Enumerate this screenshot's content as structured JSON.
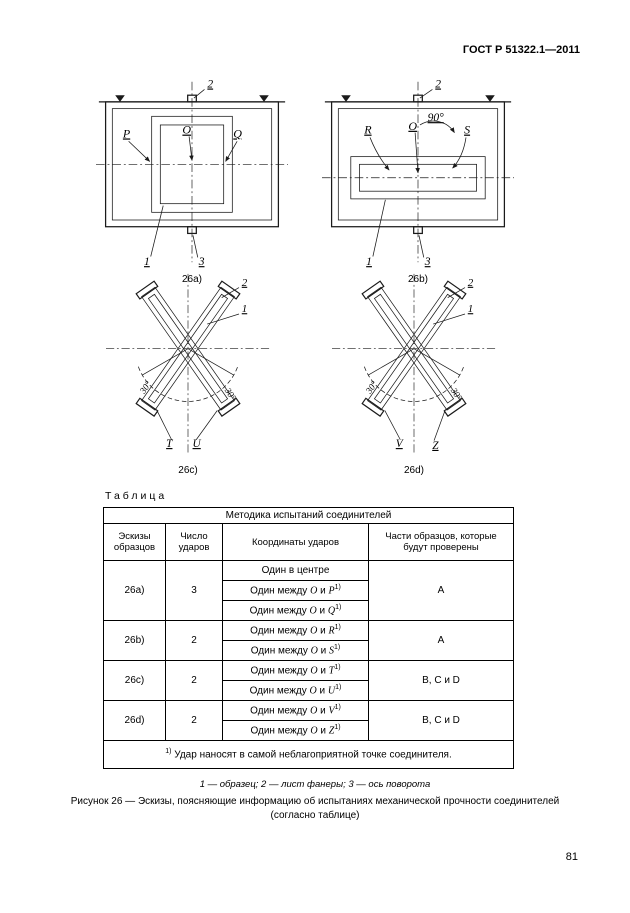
{
  "header": {
    "doc_number": "ГОСТ Р 51322.1—2011",
    "page_number": "81"
  },
  "figures": {
    "a": {
      "label": "26a)",
      "p": "P",
      "o": "O",
      "q": "Q",
      "c1": "1",
      "c2": "2",
      "c3": "3"
    },
    "b": {
      "label": "26b)",
      "r": "R",
      "o": "O",
      "s": "S",
      "angle": "90°",
      "c1": "1",
      "c2": "2",
      "c3": "3"
    },
    "c": {
      "label": "26c)",
      "t": "T",
      "u": "U",
      "angle_left": "30°",
      "angle_right": "30°",
      "c1": "1",
      "c2": "2"
    },
    "d": {
      "label": "26d)",
      "v": "V",
      "z": "Z",
      "angle_left": "30°",
      "angle_right": "30°",
      "c1": "1",
      "c2": "2"
    }
  },
  "table": {
    "label": "Таблица",
    "title": "Методика испытаний соединителей",
    "columns": [
      "Эскизы образцов",
      "Число ударов",
      "Координаты ударов",
      "Части образцов, которые будут проверены"
    ],
    "groups": [
      {
        "sketch": "26a)",
        "hits": "3",
        "parts": "A",
        "coords": [
          {
            "pre": "Один в центре"
          },
          {
            "pre": "Один между ",
            "a": "O",
            "mid": " и ",
            "b": "P",
            "sup": "1)"
          },
          {
            "pre": "Один между ",
            "a": "O",
            "mid": " и ",
            "b": "Q",
            "sup": "1)"
          }
        ]
      },
      {
        "sketch": "26b)",
        "hits": "2",
        "parts": "A",
        "coords": [
          {
            "pre": "Один между ",
            "a": "O",
            "mid": " и ",
            "b": "R",
            "sup": "1)"
          },
          {
            "pre": "Один между ",
            "a": "O",
            "mid": " и ",
            "b": "S",
            "sup": "1)"
          }
        ]
      },
      {
        "sketch": "26c)",
        "hits": "2",
        "parts": "B, C и D",
        "coords": [
          {
            "pre": "Один между ",
            "a": "O",
            "mid": " и ",
            "b": "T",
            "sup": "1)"
          },
          {
            "pre": "Один между ",
            "a": "O",
            "mid": " и ",
            "b": "U",
            "sup": "1)"
          }
        ]
      },
      {
        "sketch": "26d)",
        "hits": "2",
        "parts": "B, C и D",
        "coords": [
          {
            "pre": "Один между ",
            "a": "O",
            "mid": " и ",
            "b": "V",
            "sup": "1)"
          },
          {
            "pre": "Один между ",
            "a": "O",
            "mid": " и ",
            "b": "Z",
            "sup": "1)"
          }
        ]
      }
    ],
    "footnote_sup": "1)",
    "footnote": " Удар наносят в самой неблагоприятной точке соединителя."
  },
  "legend": "1 — образец; 2 — лист фанеры; 3 — ось поворота",
  "caption": {
    "line1": "Рисунок 26 — Эскизы, поясняющие информацию об испытаниях механической прочности соединителей",
    "line2": "(согласно таблице)"
  }
}
